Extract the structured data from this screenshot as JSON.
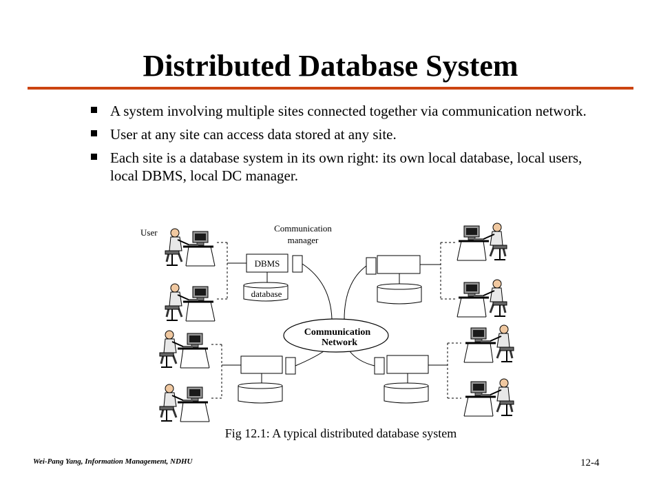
{
  "slide": {
    "title": "Distributed Database System",
    "rule_color": "#cc4411",
    "bullets": [
      "A system involving multiple sites connected together via communication network.",
      "User at any site can access data stored at any site.",
      "Each site is a database system in its own right: its own local database, local users, local DBMS, local DC manager."
    ]
  },
  "diagram": {
    "user_label": "User",
    "comm_manager_label": "Communication manager",
    "dbms_label": "DBMS",
    "database_label": "database",
    "network_label_line1": "Communication",
    "network_label_line2": "Network",
    "caption": "Fig 12.1: A typical distributed database system"
  },
  "footer": {
    "author": "Wei-Pang Yang, Information Management, NDHU",
    "page": "12-4"
  }
}
